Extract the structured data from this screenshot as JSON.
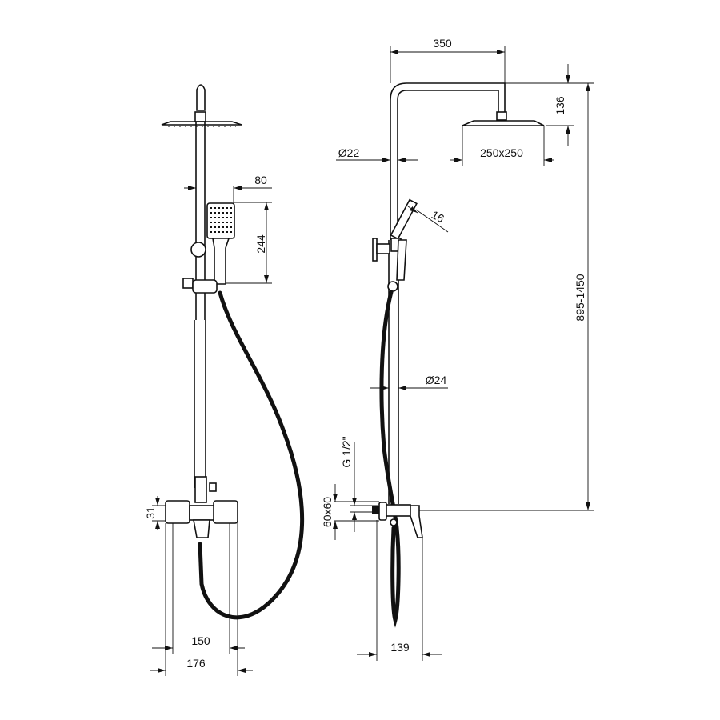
{
  "title": "Shower set technical drawing",
  "front_view": {
    "dim_handshower_width": "80",
    "dim_handshower_height": "244",
    "dim_mixer_height": "31",
    "dim_inlet_spacing": "150",
    "dim_mixer_width": "176"
  },
  "side_view": {
    "dim_arm_length": "350",
    "dim_head_drop": "136",
    "dim_upper_pipe_diameter": "Ø22",
    "dim_head_size": "250x250",
    "dim_handshower_thickness": "16",
    "dim_height_range": "895-1450",
    "dim_lower_pipe_diameter": "Ø24",
    "dim_thread": "G 1/2\"",
    "dim_escutcheon": "60x60",
    "dim_projection": "139"
  }
}
